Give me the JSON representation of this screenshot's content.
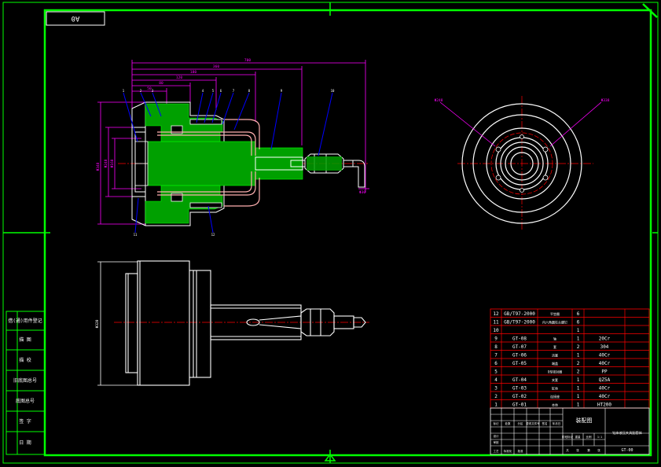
{
  "sheet": {
    "size_box": "A0",
    "title_block": {
      "header": "装配图",
      "title": "钻床液压夹具配套体",
      "drawing_no": "GT-00",
      "side_labels": [
        "借(通)用件登记",
        "描 图",
        "描 校",
        "旧底图总号",
        "底图总号",
        "签 字",
        "日 期"
      ],
      "mini_texts": [
        "标记",
        "处数",
        "分区",
        "更改文件号",
        "签名",
        "年月日",
        "设计",
        "审核",
        "工艺",
        "标准化",
        "批准",
        "阶段标记",
        "重量",
        "比例",
        "共",
        "张",
        "第",
        "张",
        "1:1"
      ]
    },
    "parts_list": [
      {
        "no": "12",
        "code": "GB/T97-2000",
        "name": "平垫圈",
        "qty": "6",
        "material": ""
      },
      {
        "no": "11",
        "code": "GB/T97-2000",
        "name": "内六角圆柱头螺钉",
        "qty": "6",
        "material": ""
      },
      {
        "no": "10",
        "code": "",
        "name": "",
        "qty": "1",
        "material": ""
      },
      {
        "no": "9",
        "code": "GT-08",
        "name": "轴",
        "qty": "1",
        "material": "20Cr"
      },
      {
        "no": "8",
        "code": "GT-07",
        "name": "套",
        "qty": "2",
        "material": "304"
      },
      {
        "no": "7",
        "code": "GT-06",
        "name": "活塞",
        "qty": "1",
        "material": "40Cr"
      },
      {
        "no": "6",
        "code": "GT-05",
        "name": "端盖",
        "qty": "2",
        "material": "40Cr"
      },
      {
        "no": "5",
        "code": "",
        "name": "O型密封圈",
        "qty": "2",
        "material": "PP"
      },
      {
        "no": "4",
        "code": "GT-04",
        "name": "夹套",
        "qty": "1",
        "material": "QZ5A"
      },
      {
        "no": "3",
        "code": "GT-03",
        "name": "缸体",
        "qty": "1",
        "material": "40Cr"
      },
      {
        "no": "2",
        "code": "GT-02",
        "name": "连接座",
        "qty": "1",
        "material": "40Cr"
      },
      {
        "no": "1",
        "code": "GT-01",
        "name": "本体",
        "qty": "1",
        "material": "HT200"
      }
    ],
    "dimensions": {
      "overall": "700",
      "d1": "360",
      "d2": "180",
      "d3": "120",
      "d4": "80",
      "d5": "50",
      "dia_left": "Φ340",
      "dia_inner1": "Φ240",
      "dia_inner2": "Φ160",
      "side_height": "Φ320",
      "tip": "Φ30"
    },
    "balloons": [
      "1",
      "2",
      "3",
      "4",
      "5",
      "6",
      "7",
      "8",
      "9",
      "10",
      "11",
      "12"
    ],
    "end_view_labels": [
      "Φ248",
      "Φ338"
    ]
  },
  "colors": {
    "frame": "#00ff00",
    "outline": "#ffffff",
    "section": "#00c000",
    "dimension": "#ff00ff",
    "center": "#ff0000",
    "leader": "#0000ff",
    "table": "#ff0000",
    "text": "#ffffff",
    "pipe": "#ffb0b0"
  }
}
